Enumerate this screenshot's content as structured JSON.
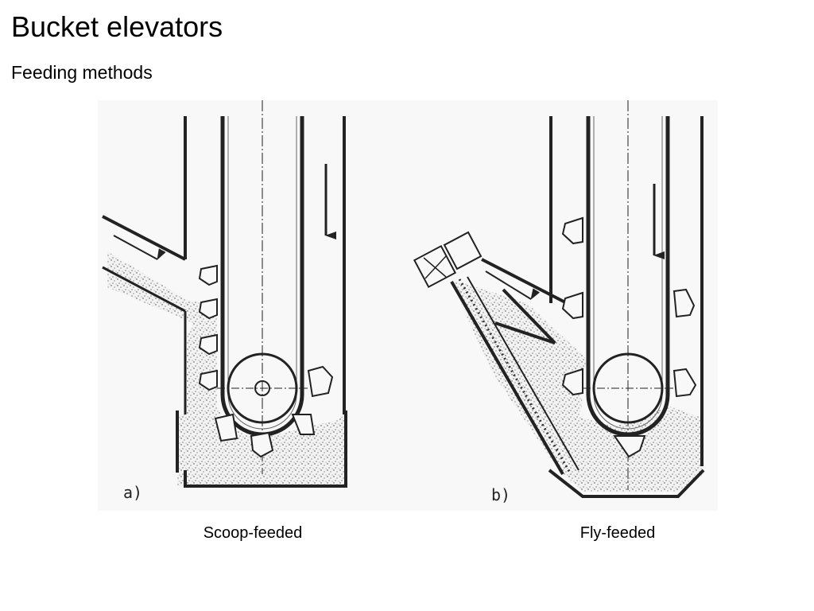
{
  "slide": {
    "title": "Bucket elevators",
    "subtitle": "Feeding methods"
  },
  "figure": {
    "panels": [
      {
        "label": "a)",
        "caption": "Scoop-feeded"
      },
      {
        "label": "b)",
        "caption": "Fly-feeded"
      }
    ]
  }
}
